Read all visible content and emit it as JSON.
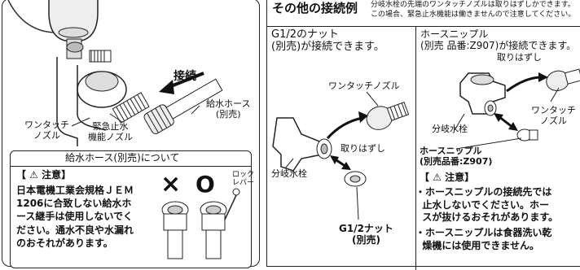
{
  "left": {
    "connect_label": "接続",
    "hose_label": "給水ホース\n(別売)",
    "onetouch_label": "ワンタッチ\nノズル",
    "emergency_label": "緊急止水\n機能ノズル",
    "notice_box": {
      "title": "給水ホース(別売)について",
      "caution_heading": "【 ⚠ 注意】",
      "caution_text": "日本電機工業会規格ＪＥＭ\n1206に合致しない給水ホ\nース継手は使用しないでく\nださい。通水不良や水漏れ\nのおそれがあります。",
      "x_mark": "×",
      "o_mark": "O",
      "lock_lever_label": "ロック\nレバー"
    }
  },
  "right": {
    "heading": "その他の接続例",
    "note": "分岐水栓の先端のワンタッチノズルは取りはずしかできます。\nこの場合、緊急止水機能は働きませんので注意してください。",
    "col1": {
      "title": "G1/2のナット\n(別売)が接続できます。",
      "onetouch_label": "ワンタッチノズル",
      "remove_label": "取りはずし",
      "faucet_label": "分岐水栓",
      "nut_label": "G1/2ナット\n(別売)"
    },
    "col2": {
      "title": "ホースニップル\n(別売 品番:Z907)が接続できます。",
      "remove_label": "取りはずし",
      "onetouch_label": "ワンタッチ\nノズル",
      "faucet_label": "分岐水栓",
      "nipple_label": "ホースニップル\n(別売品番:Z907)",
      "caution_heading": "【 ⚠ 注意】",
      "caution_items": [
        "・ホースニップルの接続先では\n  止水しないでください。ホー\n  スが抜けるおそれがあります。",
        "・ホースニップルは食器洗い乾\n  燥機には使用できません。"
      ]
    }
  }
}
